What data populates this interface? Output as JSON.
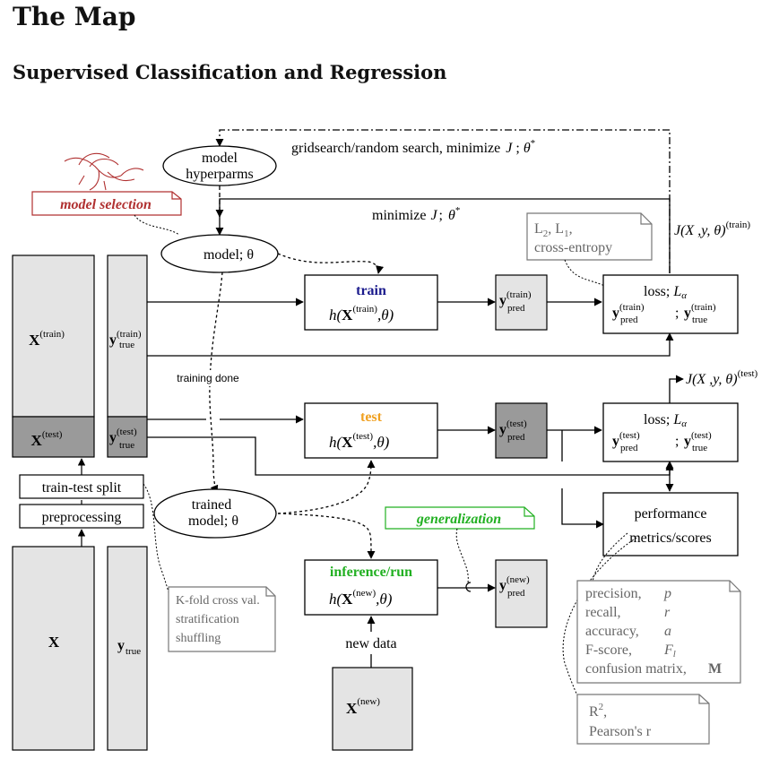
{
  "title": "The Map",
  "subtitle": "Supervised Classification and Regression",
  "colors": {
    "train": "#1a1a8c",
    "test": "#f0a020",
    "inference": "#22b022",
    "generalization": "#22b022",
    "model_selection": "#b03030",
    "note_gray": "#777777",
    "block_light": "#e4e4e4",
    "block_dark": "#9a9a9a"
  },
  "hyperparams": {
    "line1": "model",
    "line2": "hyperparms",
    "search_label": "gridsearch/random search, minimize",
    "search_J": "J",
    "search_sep": ";",
    "search_theta": "θ",
    "star": "*"
  },
  "model_selection_note": "model selection",
  "minimize": {
    "label": "minimize",
    "J": "J",
    "sep": ";",
    "theta": "θ",
    "star": "*"
  },
  "model": "model; θ",
  "regularization_note": {
    "line1": "L",
    "sub2": "2",
    "comma": ",",
    "l1": "L",
    "sub1": "1",
    "comma2": ",",
    "line2": "cross-entropy"
  },
  "cost_train": {
    "main": "J(X ,y, θ)",
    "sup": "(train)"
  },
  "cost_test": {
    "main": "J(X ,y, θ)",
    "sup": "(test)"
  },
  "data": {
    "X": "X",
    "y": "y",
    "true": "true",
    "pred": "pred",
    "train_sup": "(train)",
    "test_sup": "(test)",
    "new_sup": "(new)"
  },
  "train_box": {
    "title": "train",
    "h": "h(",
    "theta_end": ",θ)"
  },
  "test_box": {
    "title": "test",
    "h": "h(",
    "theta_end": ",θ)"
  },
  "inference_box": {
    "title": "inference/run",
    "h": "h(",
    "theta_end": ",θ)"
  },
  "loss_train": {
    "label": "loss;",
    "symbol": "L",
    "sub": "α",
    "sep": ";"
  },
  "loss_test": {
    "label": "loss;",
    "symbol": "L",
    "sub": "α",
    "sep": ";"
  },
  "training_done": "training done",
  "trained_model": {
    "line1": "trained",
    "line2": "model;  θ"
  },
  "train_test_split": "train-test split",
  "preprocessing": "preprocessing",
  "cv_note": {
    "line1": "K-fold cross val.",
    "line2": "stratification",
    "line3": "shuffling"
  },
  "generalization_note": "generalization",
  "new_data": "new data",
  "performance": {
    "line1": "performance",
    "line2": "metrics/scores"
  },
  "metrics": [
    {
      "name": "precision,",
      "symbol": "p"
    },
    {
      "name": "recall,",
      "symbol": "r"
    },
    {
      "name": "accuracy,",
      "symbol": "a"
    },
    {
      "name": "F-score,",
      "symbol": "F",
      "sub": "l"
    },
    {
      "name": "confusion matrix,",
      "symbol": "M"
    }
  ],
  "regression_metrics": {
    "r2": "R",
    "r2_sup": "2",
    "r2_comma": ",",
    "pearson": "Pearson's r"
  }
}
